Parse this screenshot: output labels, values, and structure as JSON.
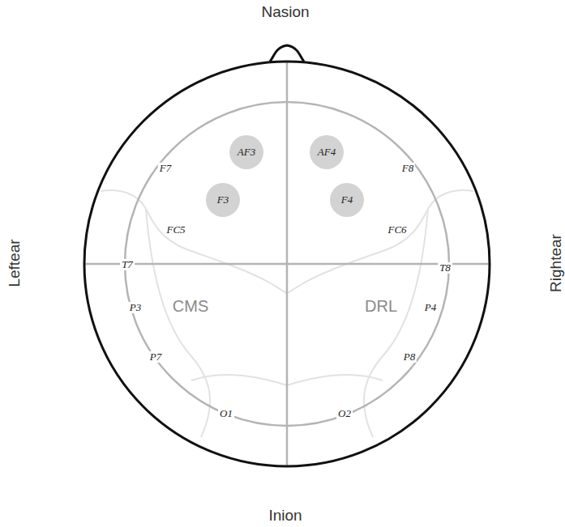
{
  "diagram": {
    "nodes": [
      {
        "text": [
          "AF3"
        ]
      },
      {
        "text": [
          "AF4"
        ]
      },
      {
        "text": [
          "F3"
        ]
      },
      {
        "text": [
          "F4"
        ]
      }
    ],
    "labels": [
      "Nasion",
      "Inion",
      "Leftear",
      "Rightear",
      "F7",
      "F8",
      "FC5",
      "FC6",
      "T7",
      "T8",
      "P3",
      "P4",
      "P7",
      "P8",
      "O1",
      "O2",
      "CMS",
      "DRL"
    ]
  }
}
